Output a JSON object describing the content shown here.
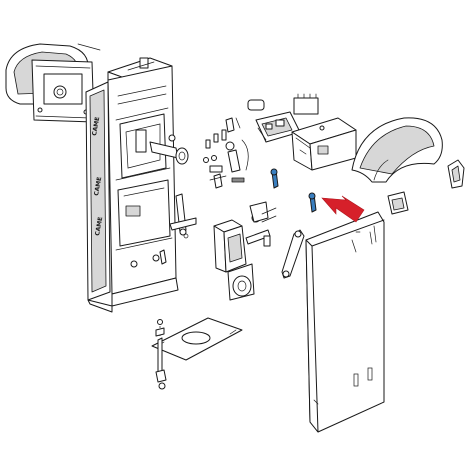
{
  "diagram": {
    "brand_labels": [
      "CAME",
      "CAME",
      "CAME"
    ],
    "colors": {
      "line": "#1a1a1a",
      "fill": "#ffffff",
      "shade": "#d7d7d7",
      "highlight_part": "#3a7fc0",
      "arrow": "#d6202a"
    },
    "parts": [
      "left-end-cap-icon",
      "barrier-cabinet-frame",
      "cover-panel",
      "top-cover",
      "control-box",
      "circuit-board",
      "gearmotor",
      "anchor-base-plate",
      "highlighted-screw-icon",
      "red-pointer-arrow-icon"
    ]
  }
}
